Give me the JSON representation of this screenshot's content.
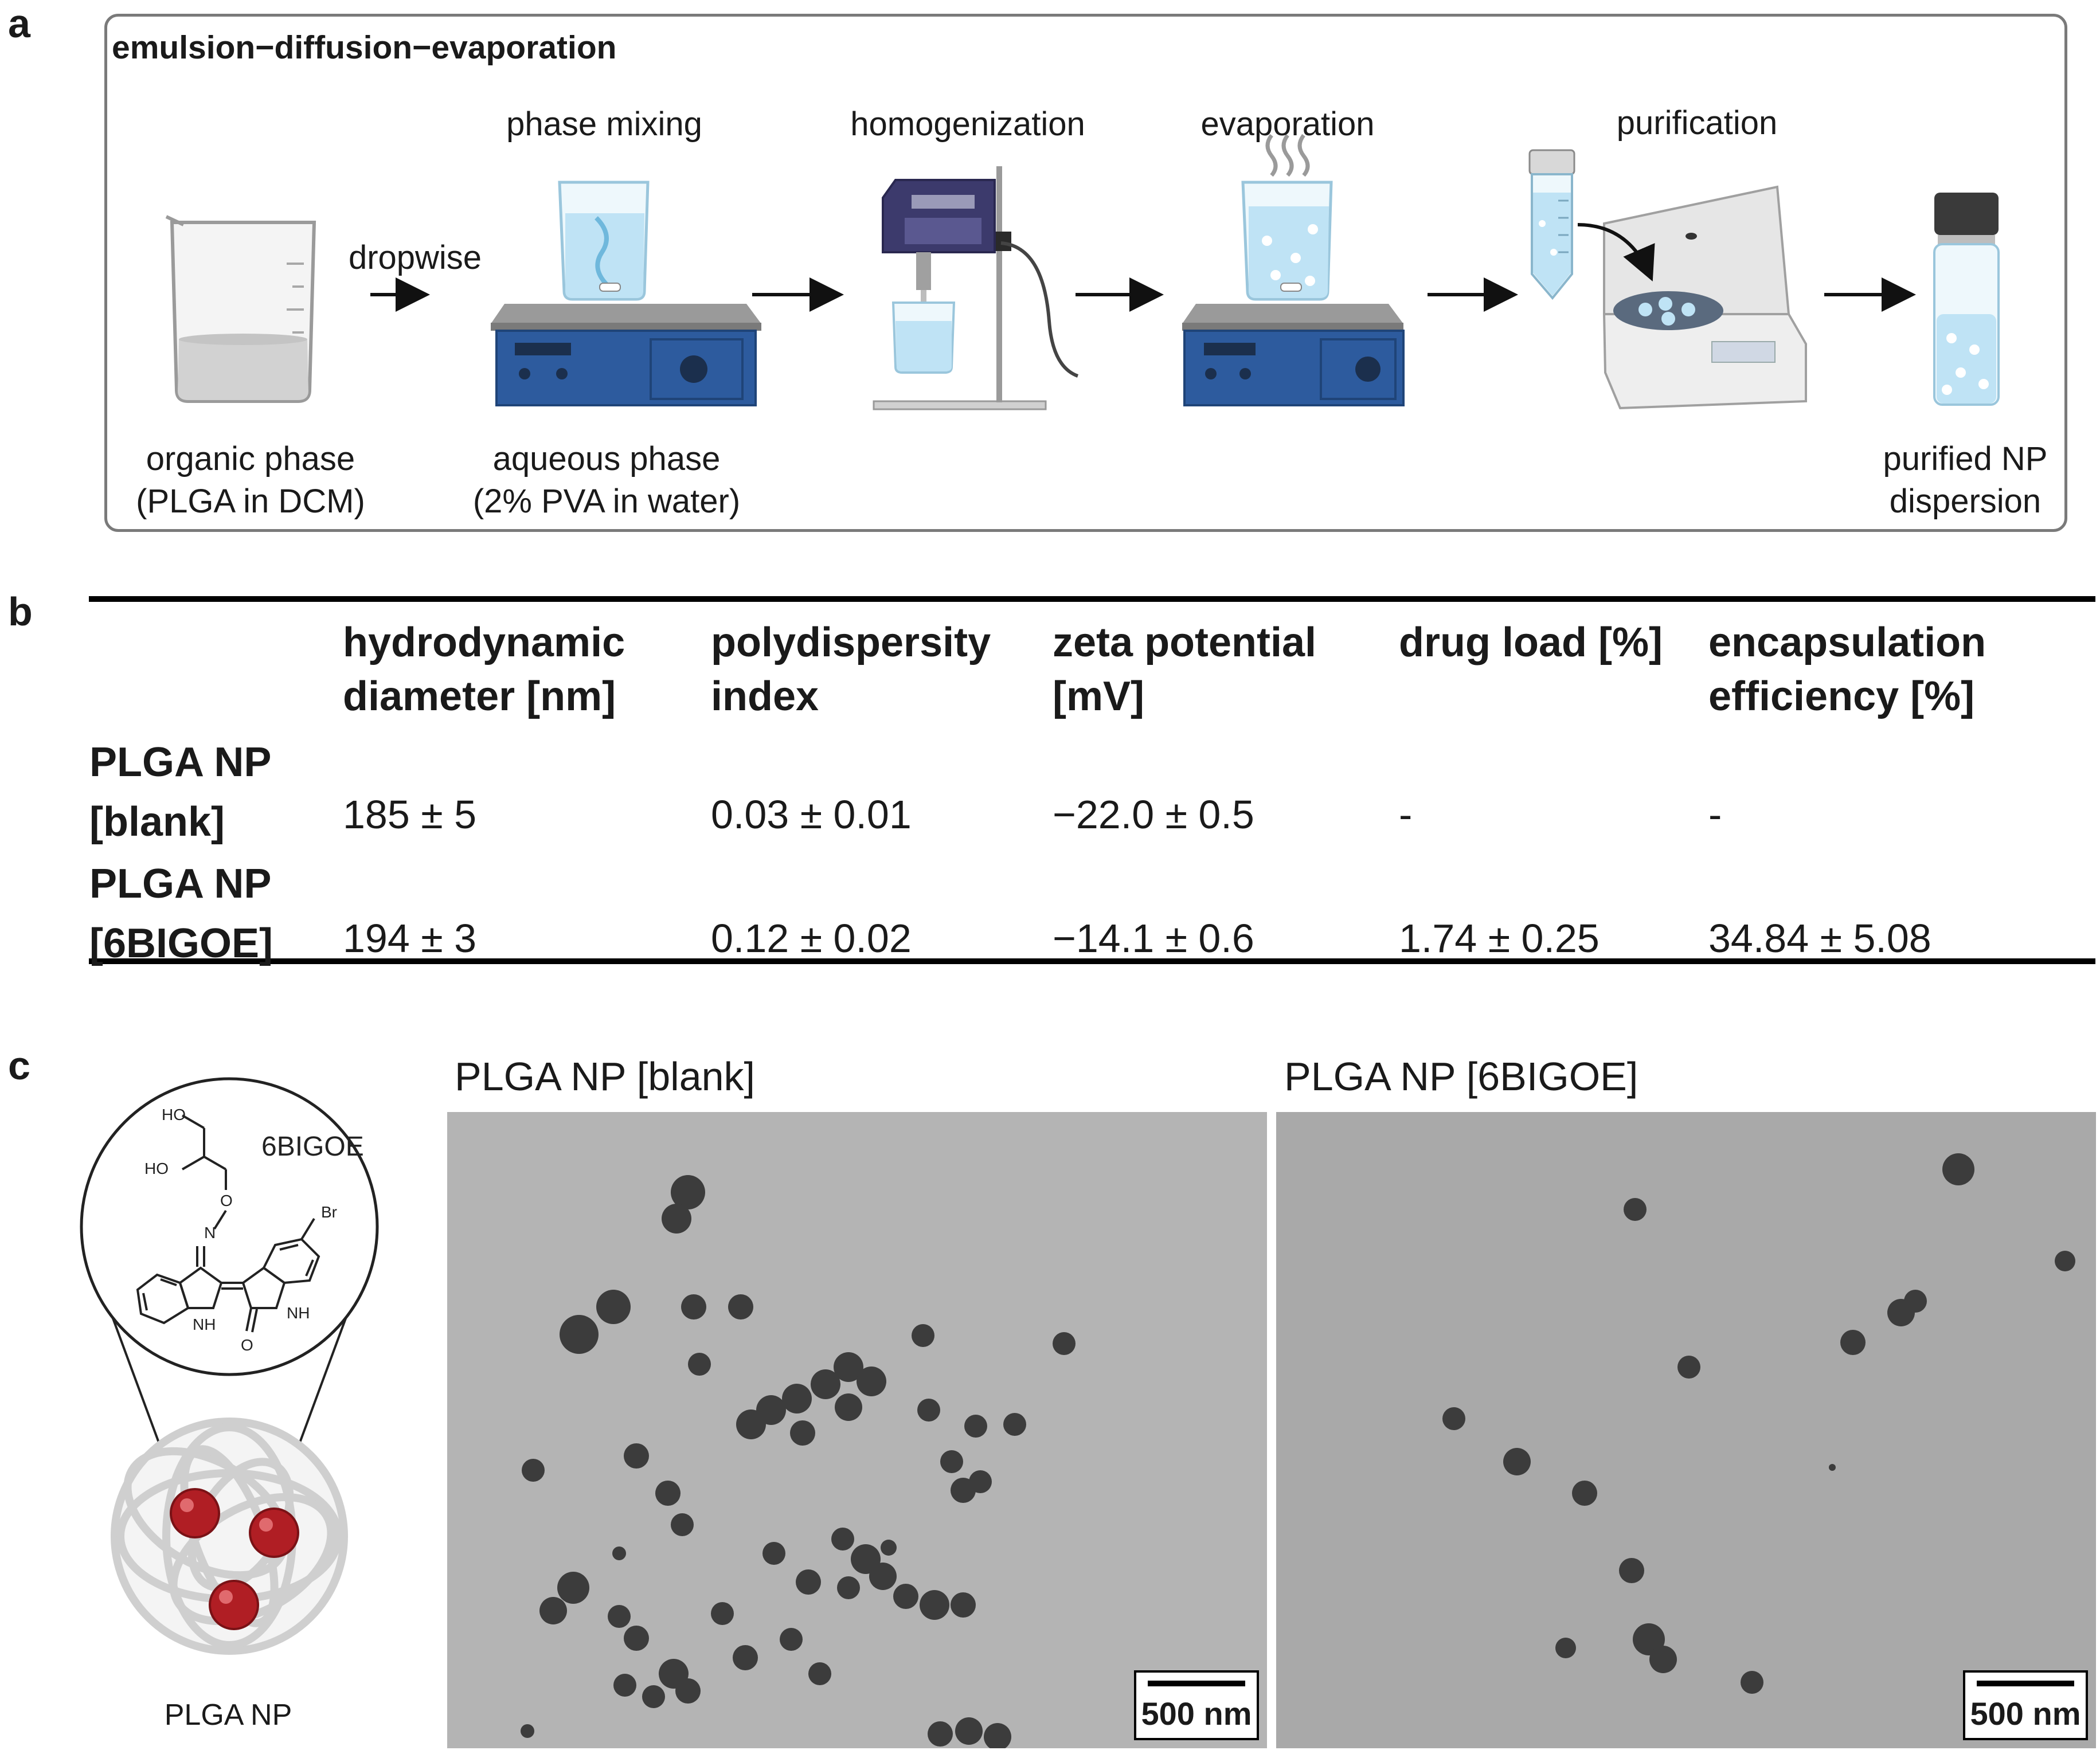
{
  "panel_labels": {
    "a": "a",
    "b": "b",
    "c": "c"
  },
  "panel_a": {
    "title": "emulsion−diffusion−evaporation",
    "steps": {
      "phase_mixing": "phase mixing",
      "homogenization": "homogenization",
      "evaporation": "evaporation",
      "purification": "purification"
    },
    "dropwise_label": "dropwise",
    "captions": {
      "organic_line1": "organic phase",
      "organic_line2": "(PLGA in DCM)",
      "aqueous_line1": "aqueous phase",
      "aqueous_line2": "(2% PVA in water)",
      "purified_line1": "purified NP",
      "purified_line2": "dispersion"
    }
  },
  "panel_b": {
    "headers": {
      "diameter_line1": "hydrodynamic",
      "diameter_line2": "diameter [nm]",
      "pdi_line1": "polydispersity",
      "pdi_line2": "index",
      "zeta_line1": "zeta potential",
      "zeta_line2": "[mV]",
      "drug_load": "drug load [%]",
      "ee_line1": "encapsulation",
      "ee_line2": "efficiency [%]"
    },
    "rows": [
      {
        "name_line1": "PLGA NP",
        "name_line2": "[blank]",
        "diameter": "185 ± 5",
        "pdi": "0.03 ± 0.01",
        "zeta": "−22.0 ± 0.5",
        "drug_load": "-",
        "ee": "-"
      },
      {
        "name_line1": "PLGA NP",
        "name_line2": "[6BIGOE]",
        "diameter": "194 ± 3",
        "pdi": "0.12 ± 0.02",
        "zeta": "−14.1 ± 0.6",
        "drug_load": "1.74 ± 0.25",
        "ee": "34.84 ± 5.08"
      }
    ]
  },
  "panel_c": {
    "molecule_name": "6BIGOE",
    "atom_labels": {
      "ho_top": "HO",
      "ho_mid": "HO",
      "o_ether": "O",
      "n_oxime": "N",
      "br": "Br",
      "nh_left": "NH",
      "nh_right": "NH",
      "o_carbonyl": "O"
    },
    "np_caption": "PLGA NP",
    "tem_left_title": "PLGA NP [blank]",
    "tem_right_title": "PLGA NP [6BIGOE]",
    "scale_bar": "500 nm"
  },
  "colors": {
    "nanoparticle_red": "#b01e24",
    "hotplate_blue": "#2d5b9e",
    "liquid_blue": "#bfe3f5",
    "tem_background": "#b4b4b4",
    "tem_particle": "#3c3c3c"
  }
}
